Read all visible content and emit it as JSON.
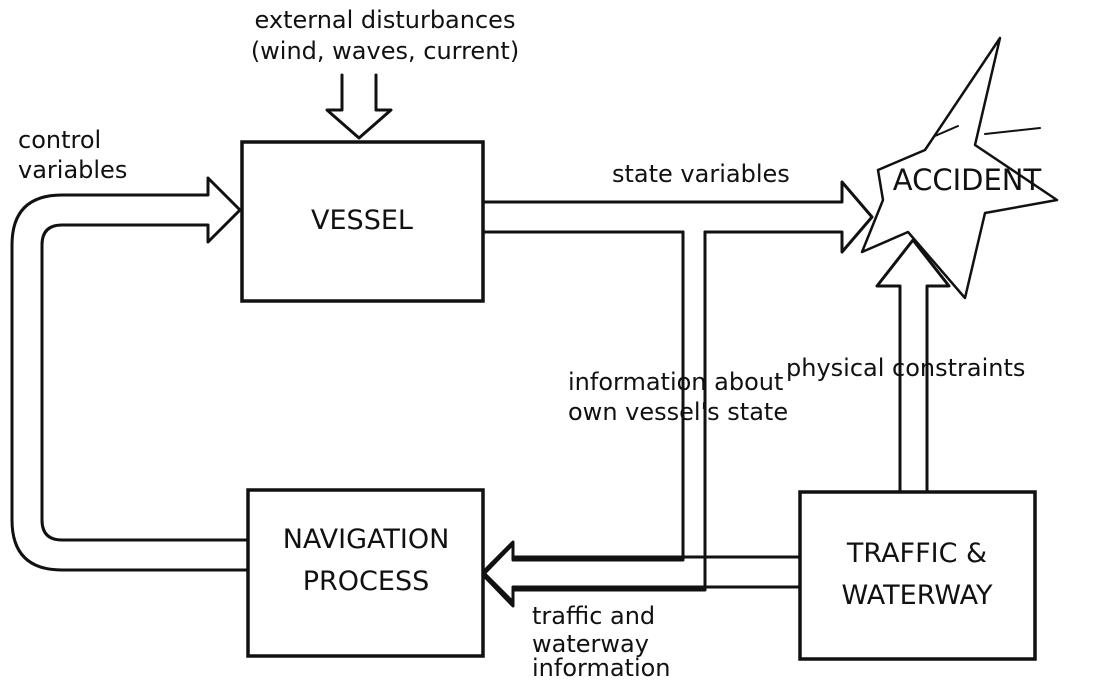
{
  "nodes": {
    "vessel": "VESSEL",
    "navigation": [
      "NAVIGATION",
      "PROCESS"
    ],
    "traffic": [
      "TRAFFIC &",
      "WATERWAY"
    ],
    "accident": "ACCIDENT"
  },
  "labels": {
    "external_disturbances": [
      "external disturbances",
      "(wind, waves, current)"
    ],
    "control_variables": [
      "control",
      "variables"
    ],
    "state_variables": "state variables",
    "own_vessel_state": [
      "information about",
      "own vessel's state"
    ],
    "physical_constraints": "physical constraints",
    "traffic_info": [
      "traffic and",
      "waterway",
      "information"
    ]
  },
  "colors": {
    "ink": "#111111",
    "paper": "#ffffff"
  }
}
